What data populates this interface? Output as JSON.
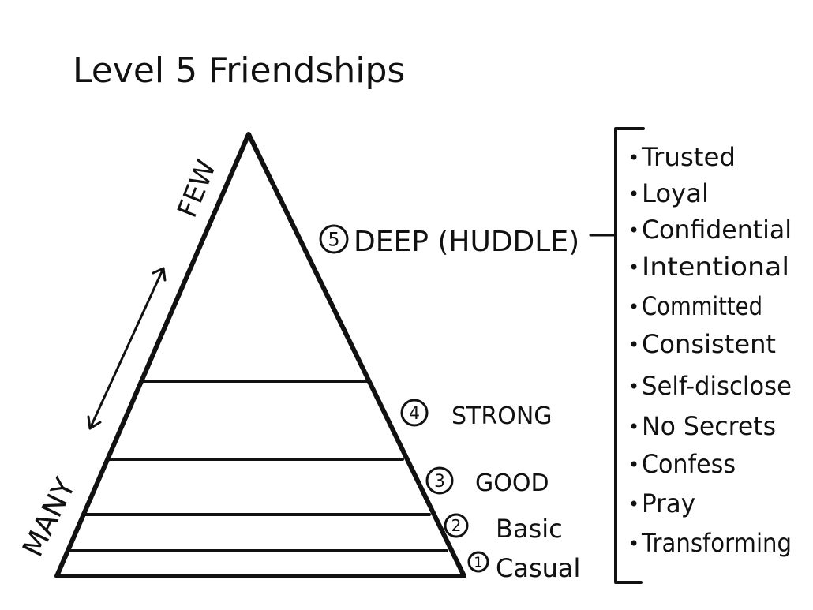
{
  "title": "Level 5 Friendships",
  "axis": {
    "top": "FEW",
    "bottom": "MANY"
  },
  "levels": [
    {
      "number": "1",
      "label": "Casual"
    },
    {
      "number": "2",
      "label": "Basic"
    },
    {
      "number": "3",
      "label": "GOOD"
    },
    {
      "number": "4",
      "label": "STRONG"
    },
    {
      "number": "5",
      "label": "DEEP (HUDDLE)"
    }
  ],
  "deep_traits": [
    "Trusted",
    "Loyal",
    "Confidential",
    "Intentional",
    "Committed",
    "Consistent",
    "Self-disclose",
    "No Secrets",
    "Confess",
    "Pray",
    "Transforming"
  ],
  "colors": {
    "ink": "#111111",
    "paper": "#ffffff"
  }
}
